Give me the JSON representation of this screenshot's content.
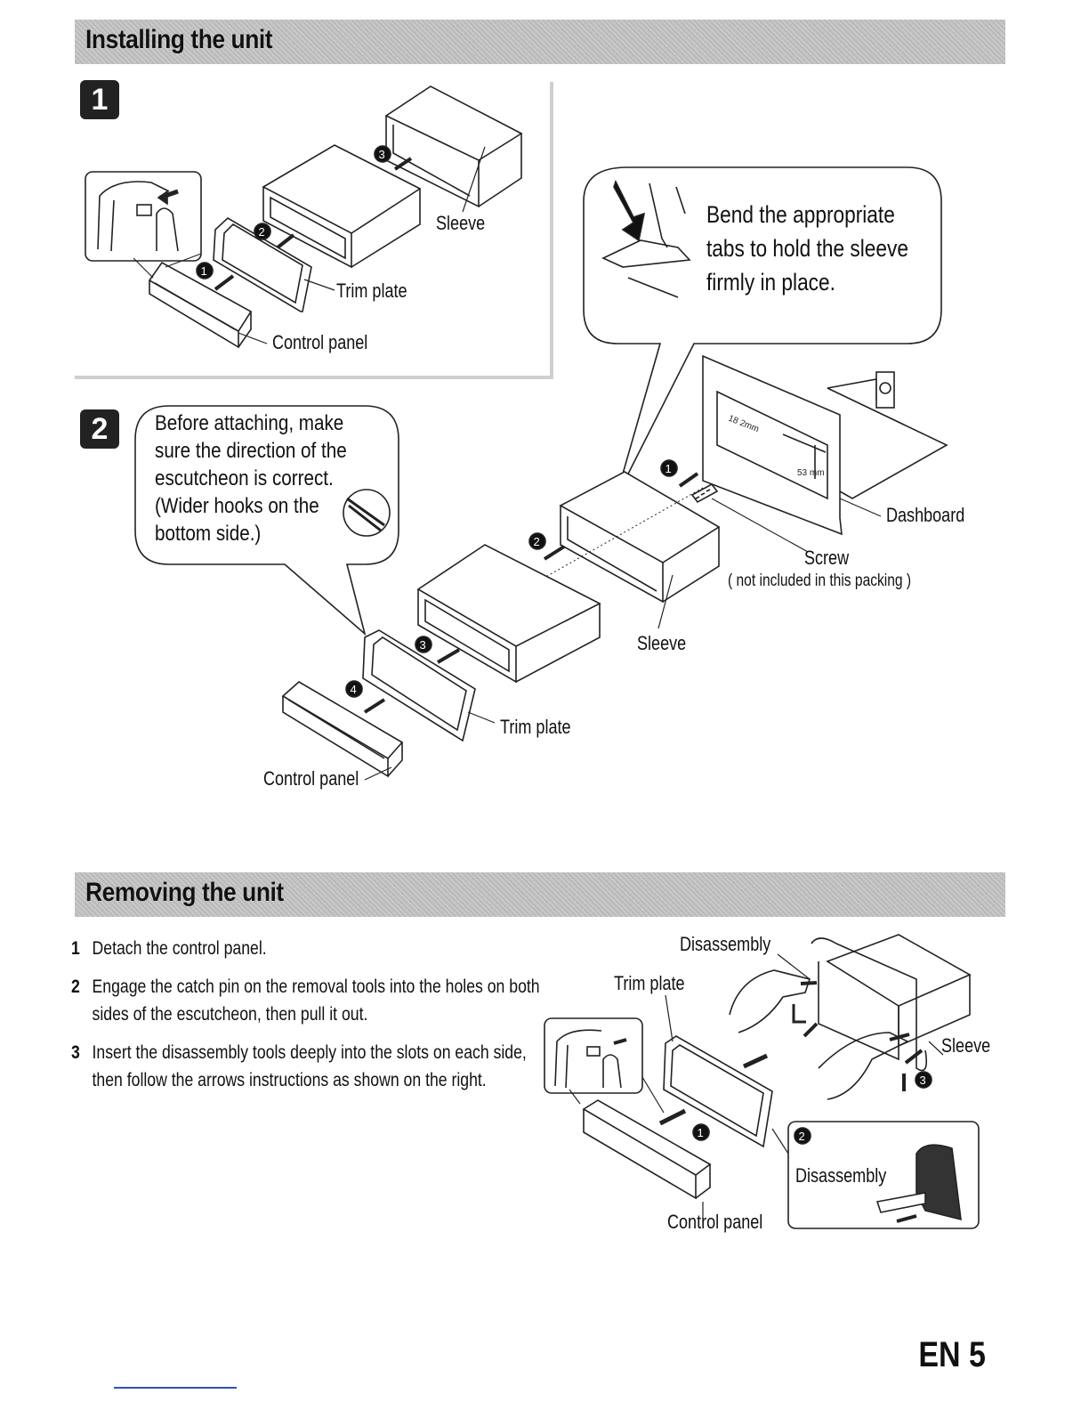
{
  "install": {
    "heading": "Installing the unit",
    "step1_badge": "1",
    "step2_badge": "2",
    "labels": {
      "sleeve1": "Sleeve",
      "trim1": "Trim plate",
      "control1": "Control panel",
      "dashboard": "Dashboard",
      "screw": "Screw",
      "screw_note": "( not included in this packing )",
      "sleeve2": "Sleeve",
      "trim2": "Trim plate",
      "control2": "Control panel",
      "dim1": "18 2mm",
      "dim2": "53 mm"
    },
    "bend_callout": [
      "Bend the appropriate",
      "tabs to hold the sleeve",
      "firmly in place."
    ],
    "escutcheon_note": [
      "Before attaching, make",
      "sure the direction of the",
      "escutcheon is correct.",
      "(Wider hooks on the",
      "bottom side.)"
    ]
  },
  "remove": {
    "heading": "Removing the unit",
    "steps": [
      {
        "num": "1",
        "text": "Detach the control panel."
      },
      {
        "num": "2",
        "text": "Engage   the catch pin on the removal tools into the holes on both sides of the escutcheon, then pull it out."
      },
      {
        "num": "3",
        "text": "Insert the disassembly tools deeply into the slots on each side, then follow the arrows instructions as shown on the right."
      }
    ],
    "labels": {
      "disassembly_top": "Disassembly",
      "trim": "Trim plate",
      "sleeve": "Sleeve",
      "control": "Control panel",
      "disassembly_inset": "Disassembly"
    }
  },
  "page_number": "EN 5"
}
